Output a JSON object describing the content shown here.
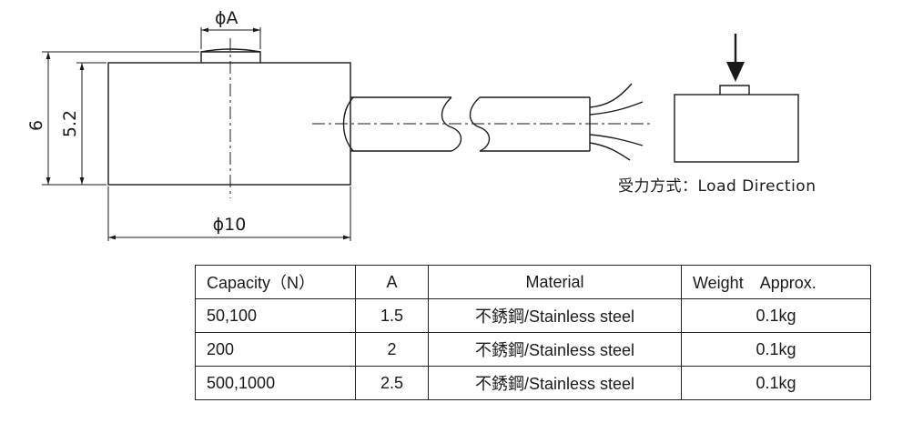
{
  "drawing": {
    "dim_phi_a": "ϕA",
    "dim_height_total": "6",
    "dim_height_body": "5.2",
    "dim_diameter": "ϕ10",
    "load_direction_caption": "受力方式：Load Direction"
  },
  "spec_table": {
    "headers": [
      "Capacity（N）",
      "A",
      "Material",
      "Weight　Approx."
    ],
    "rows": [
      [
        "50,100",
        "1.5",
        "不銹鋼/Stainless steel",
        "0.1kg"
      ],
      [
        "200",
        "2",
        "不銹鋼/Stainless steel",
        "0.1kg"
      ],
      [
        "500,1000",
        "2.5",
        "不銹鋼/Stainless steel",
        "0.1kg"
      ]
    ]
  }
}
